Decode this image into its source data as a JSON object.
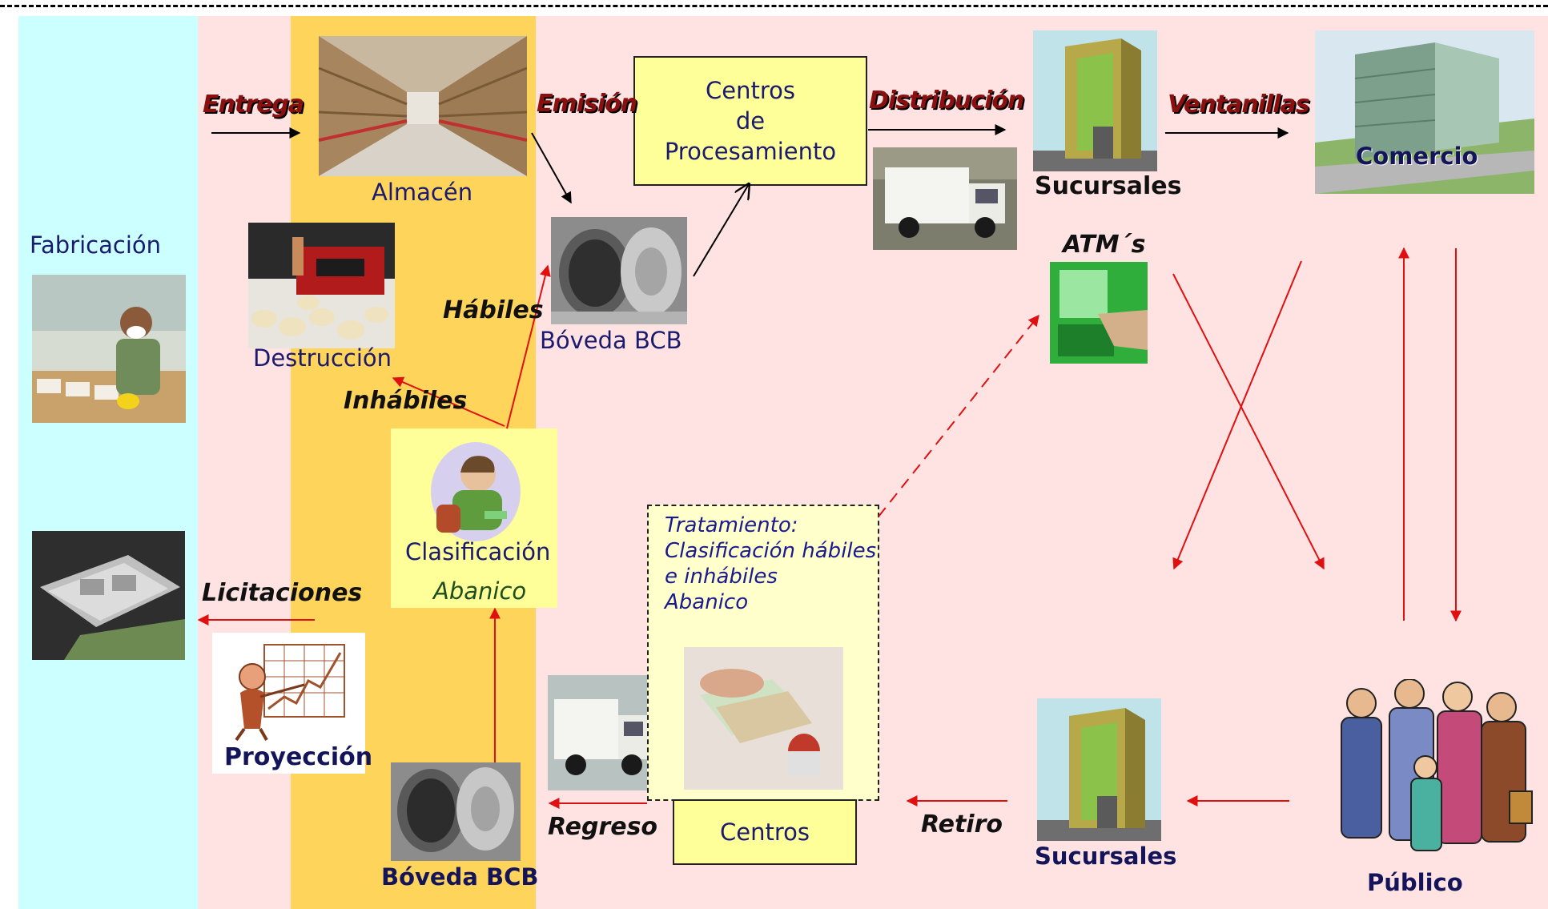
{
  "stages": {
    "fabricacion": "Fabricación",
    "almacen": "Almacén",
    "destruccion": "Destrucción",
    "boveda_top": "Bóveda BCB",
    "centros_procesamiento": [
      "Centros",
      "de",
      "Procesamiento"
    ],
    "sucursales_top": "Sucursales",
    "comercio": "Comercio",
    "atms": "ATM´s",
    "clasificacion": "Clasificación",
    "abanico": "Abanico",
    "tratamiento": [
      "Tratamiento:",
      "Clasificación hábiles",
      "e inhábiles",
      "Abanico"
    ],
    "centros_bottom": "Centros",
    "sucursales_bottom": "Sucursales",
    "publico": "Público",
    "boveda_bottom": "Bóveda BCB",
    "proyeccion": "Proyección"
  },
  "flows": {
    "entrega": "Entrega",
    "emision": "Emisión",
    "distribucion": "Distribución",
    "ventanillas": "Ventanillas",
    "habiles": "Hábiles",
    "inhabiles": "Inhábiles",
    "licitaciones": "Licitaciones",
    "regreso": "Regreso",
    "retiro": "Retiro"
  },
  "colors": {
    "band_cyan": "#ccffff",
    "band_pink": "#ffe3e3",
    "band_gold": "#ffd45a",
    "box_yellow": "#ffff99",
    "arrow_red": "#e01010",
    "arrow_black": "#000000",
    "text_navy": "#1a1a6e"
  }
}
